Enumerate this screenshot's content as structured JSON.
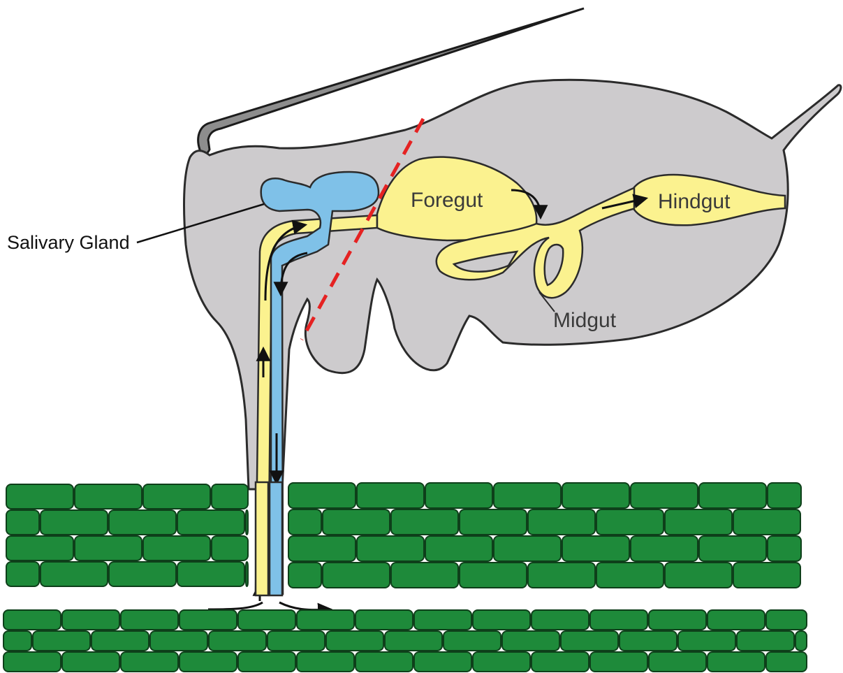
{
  "labels": {
    "salivary_gland": "Salivary Gland",
    "foregut": "Foregut",
    "hindgut": "Hindgut",
    "midgut": "Midgut"
  },
  "colors": {
    "body": "#cdcbcd",
    "outline": "#2b2b2b",
    "gut": "#fbf28f",
    "salivary": "#7fc1e8",
    "leaf": "#1e8a3a",
    "leaf_line": "#0e3f1a",
    "cut_line": "#e52222",
    "arrow": "#111111"
  },
  "icons": {
    "antenna": "antenna-line",
    "cut": "dashed-cut-line"
  }
}
